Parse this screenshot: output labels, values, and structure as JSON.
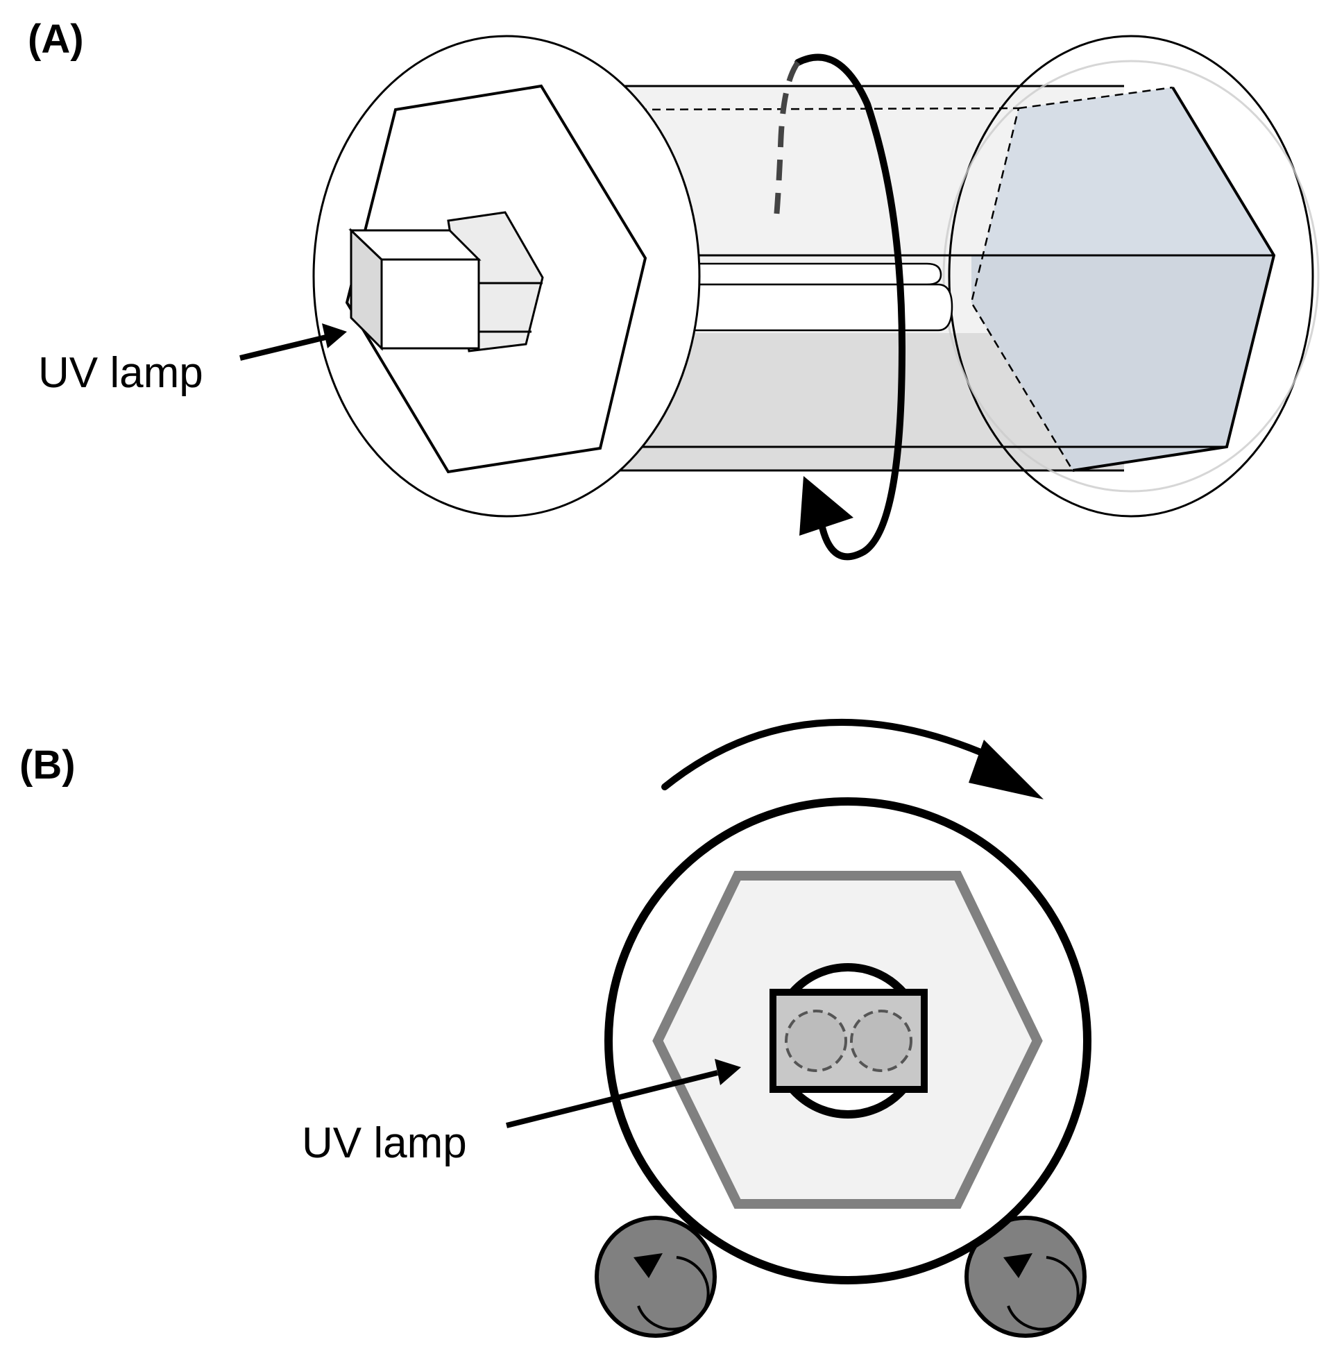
{
  "panels": [
    {
      "label": "(A)",
      "callout": "UV lamp"
    },
    {
      "label": "(B)",
      "callout": "UV lamp"
    }
  ],
  "colors": {
    "stroke": "#000000",
    "tube_fill": "#f2f2f2",
    "tube_shadow": "#dcdcdc",
    "prism_face": "#d6dde6",
    "prism_face_lower": "#cfd6df",
    "hex_gray": "#808080",
    "hex_fill": "#f2f2f2",
    "lamp_fill": "#c8c8c8",
    "roller_fill": "#808080"
  }
}
